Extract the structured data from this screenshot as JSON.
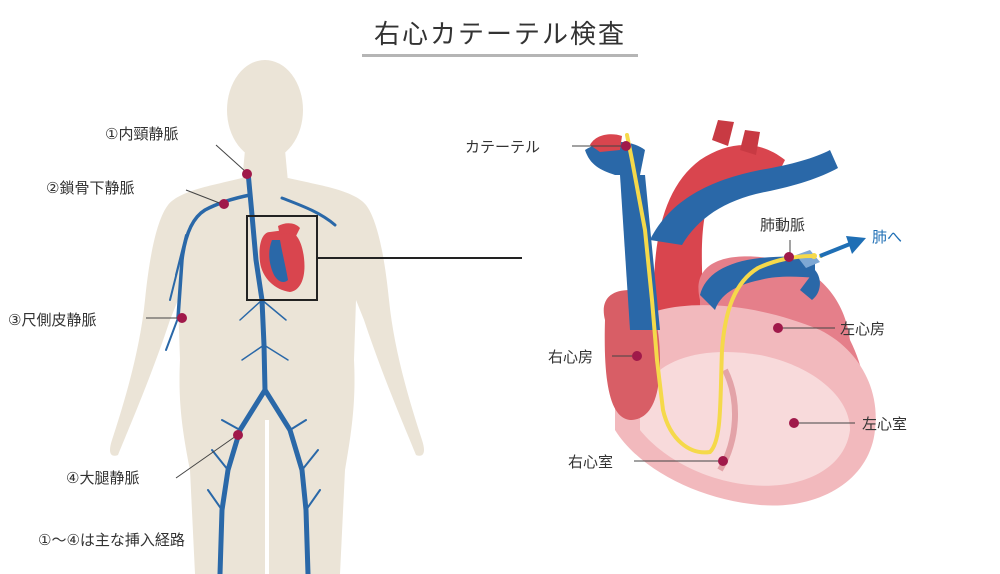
{
  "title": "右心カテーテル検査",
  "body_labels": {
    "site1": "①内頸静脈",
    "site2": "②鎖骨下静脈",
    "site3": "③尺側皮静脈",
    "site4": "④大腿静脈"
  },
  "heart_labels": {
    "catheter": "カテーテル",
    "pulmonary_artery": "肺動脈",
    "to_lung": "肺へ",
    "right_atrium": "右心房",
    "left_atrium": "左心房",
    "left_ventricle": "左心室",
    "right_ventricle": "右心室"
  },
  "footnote": "①〜④は主な挿入経路",
  "colors": {
    "skin": "#ebe4d7",
    "vein": "#2a68a8",
    "artery_red": "#d9454e",
    "catheter": "#f5d94a",
    "marker": "#a0194a",
    "arrow_blue": "#1f6fb5"
  }
}
